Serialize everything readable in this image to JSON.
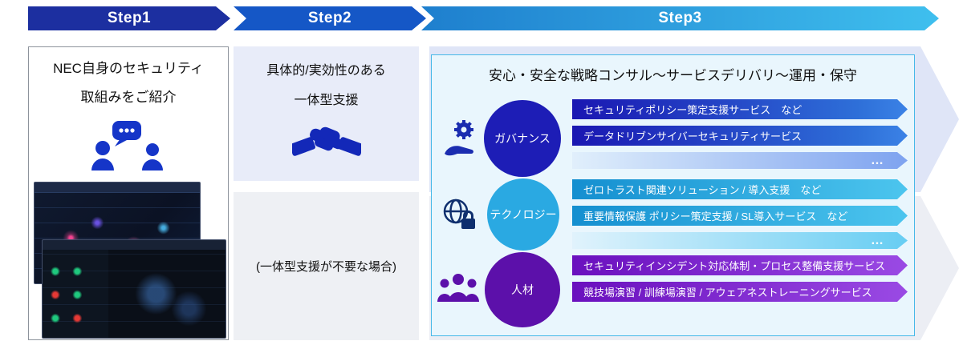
{
  "header": {
    "steps": [
      "Step1",
      "Step2",
      "Step3"
    ]
  },
  "left_panel": {
    "line1": "NEC自身のセキュリティ",
    "line2": "取組みをご紹介",
    "icon": "people-chat-icon",
    "screenshots": [
      "security-dashboard-screenshot-1",
      "security-dashboard-screenshot-2"
    ]
  },
  "middle_panel": {
    "top_line1": "具体的/実効性のある",
    "top_line2": "一体型支援",
    "top_icon": "handshake-icon",
    "bottom_text": "(一体型支援が不要な場合)"
  },
  "step3_panel": {
    "title": "安心・安全な戦略コンサル～サービスデリバリ～運用・保守",
    "groups": [
      {
        "name": "ガバナンス",
        "icon": "gear-hand-icon",
        "color": "#1d1db6",
        "bars": [
          "セキュリティポリシー策定支援サービス　など",
          "データドリブンサイバーセキュリティサービス"
        ],
        "more": "…"
      },
      {
        "name": "テクノロジー",
        "icon": "globe-lock-icon",
        "color": "#2aa9e2",
        "bars": [
          "ゼロトラスト関連ソリューション / 導入支援　など",
          "重要情報保護 ポリシー策定支援 / SL導入サービス　など"
        ],
        "more": "…"
      },
      {
        "name": "人材",
        "icon": "people-group-icon",
        "color": "#5c10aa",
        "bars": [
          "セキュリティインシデント対応体制・プロセス整備支援サービス",
          "競技場演習 / 訓練場演習 / アウェアネストレーニングサービス"
        ],
        "more": ""
      }
    ]
  },
  "colors": {
    "step1_banner": "#1c2fa0",
    "step2_banner": "#1557c6",
    "step3_banner_start": "#1e7fce",
    "step3_banner_end": "#3fbfee",
    "governance": "#1d1db6",
    "technology": "#2aa9e2",
    "human_resources": "#5c10aa",
    "support_arrow_bg": "#dfe5f7",
    "optional_arrow_bg": "#eceef4",
    "step3_box_bg": "#e9f6fd",
    "step3_box_border": "#45b8e8"
  }
}
